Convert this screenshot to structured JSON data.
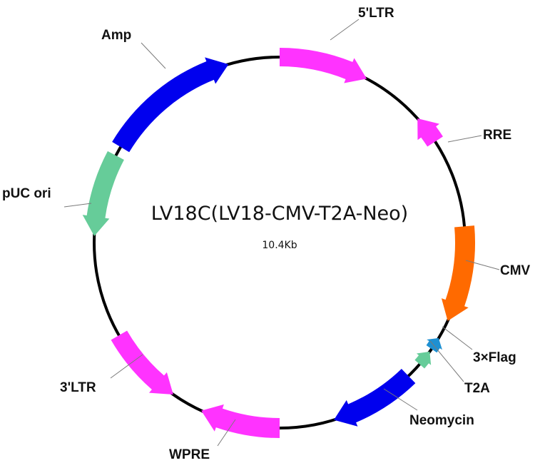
{
  "plasmid": {
    "name": "LV18C(LV18-CMV-T2A-Neo)",
    "size": "10.4Kb"
  },
  "features": [
    {
      "id": "ltr5",
      "label": "5'LTR",
      "color": "#ff33ff"
    },
    {
      "id": "rre",
      "label": "RRE",
      "color": "#ff33ff"
    },
    {
      "id": "cmv",
      "label": "CMV",
      "color": "#ff6a00"
    },
    {
      "id": "flag",
      "label": "3×Flag",
      "color": "#1e90d2"
    },
    {
      "id": "t2a",
      "label": "T2A",
      "color": "#66cc99"
    },
    {
      "id": "neo",
      "label": "Neomycin",
      "color": "#0000ee"
    },
    {
      "id": "wpre",
      "label": "WPRE",
      "color": "#ff33ff"
    },
    {
      "id": "ltr3",
      "label": "3'LTR",
      "color": "#ff33ff"
    },
    {
      "id": "puc",
      "label": "pUC ori",
      "color": "#66cc99"
    },
    {
      "id": "amp",
      "label": "Amp",
      "color": "#0000ee"
    }
  ]
}
